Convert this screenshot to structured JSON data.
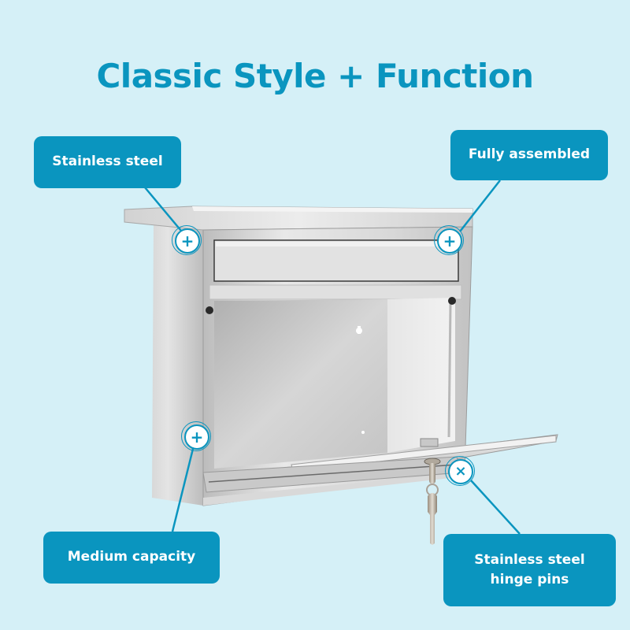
{
  "title": "Classic Style + Function",
  "colors": {
    "background": "#d5f0f7",
    "accent": "#0a95bf",
    "callout_text": "#ffffff"
  },
  "callouts": [
    {
      "id": "stainless-steel",
      "label": "Stainless steel",
      "marker": "+",
      "marker_icon": "plus-icon"
    },
    {
      "id": "fully-assembled",
      "label": "Fully assembled",
      "marker": "+",
      "marker_icon": "plus-icon"
    },
    {
      "id": "medium-capacity",
      "label": "Medium capacity",
      "marker": "+",
      "marker_icon": "plus-icon"
    },
    {
      "id": "hinge-pins",
      "label_line1": "Stainless steel",
      "label_line2": "hinge pins",
      "marker": "×",
      "marker_icon": "close-icon"
    }
  ],
  "product": {
    "name": "stainless steel wall mailbox",
    "has_keys": true
  }
}
